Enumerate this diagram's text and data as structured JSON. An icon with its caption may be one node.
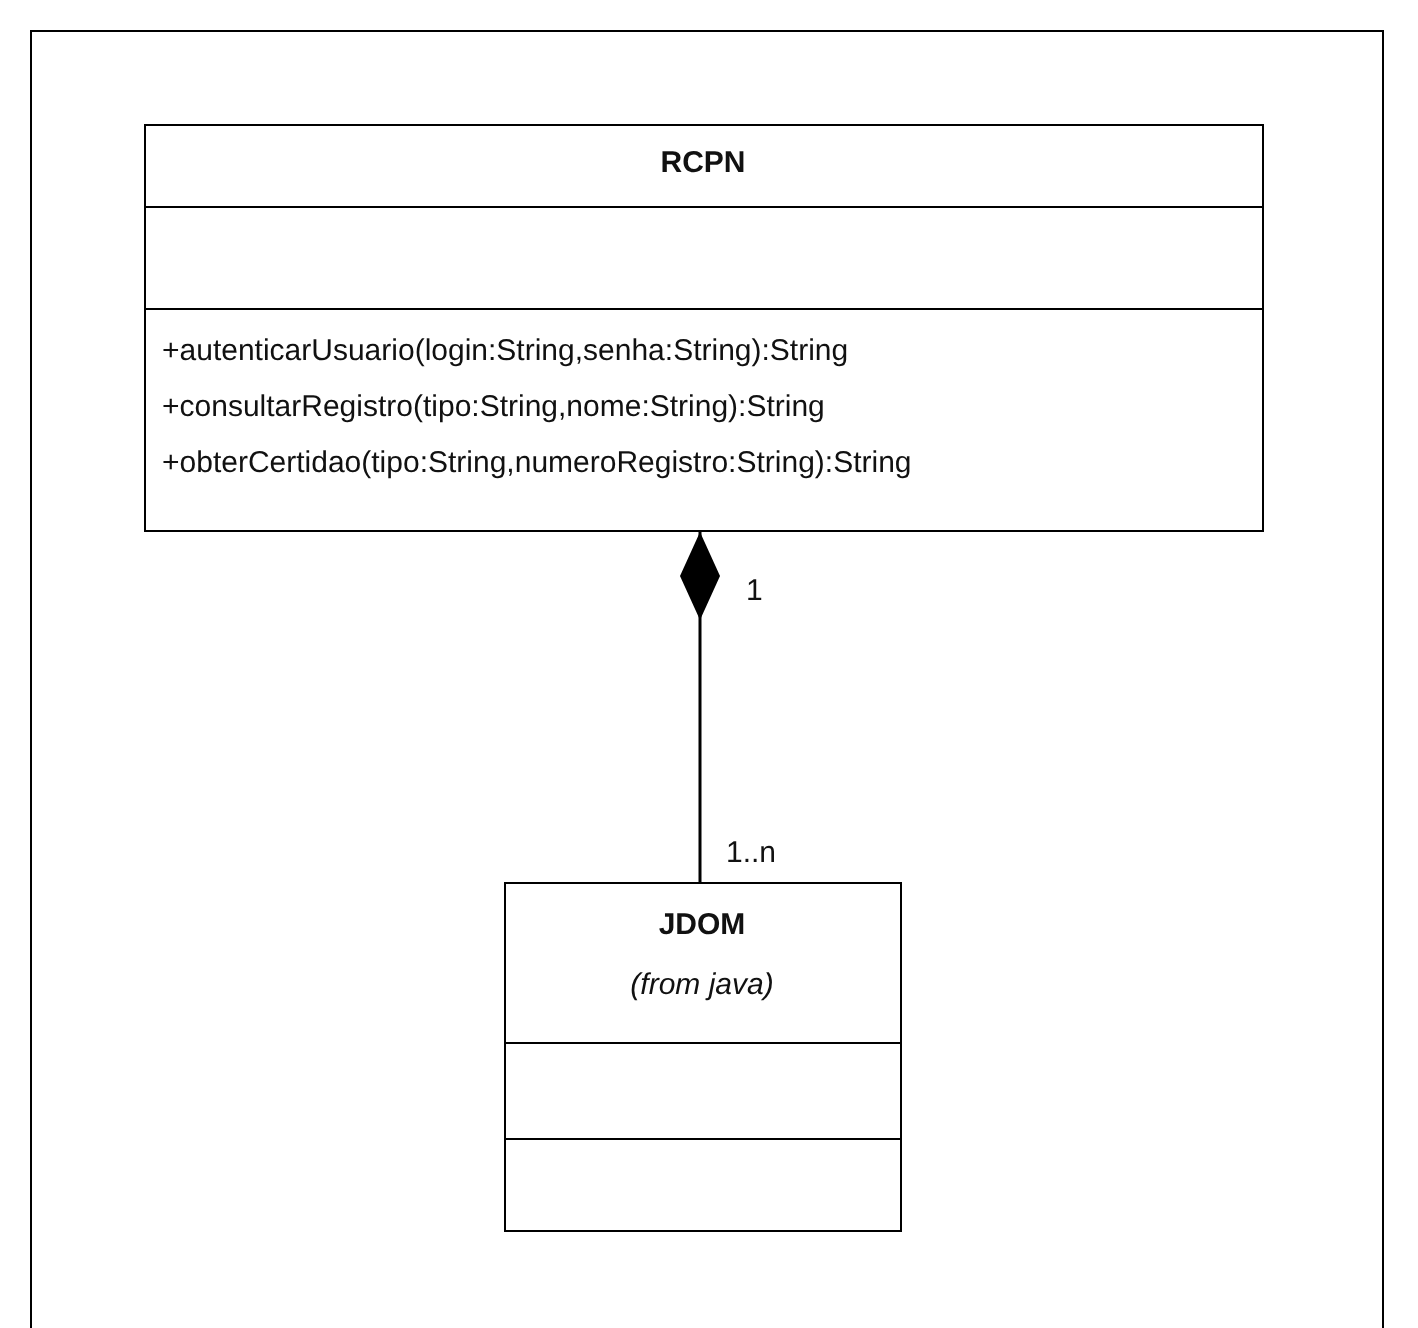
{
  "diagram": {
    "nodes": [
      {
        "text": [
          "RCPN",
          "+autenticarUsuario(login:String,senha:String):String",
          "+consultarRegistro(tipo:String,nome:String):String",
          "+obterCertidao(tipo:String,numeroRegistro:String):String"
        ]
      },
      {
        "text": [
          "JDOM",
          "(from java)"
        ]
      }
    ],
    "edges": [
      {
        "from": 1,
        "to": 0,
        "arrow": "other"
      }
    ],
    "labels": [
      "1",
      "1..n"
    ]
  }
}
